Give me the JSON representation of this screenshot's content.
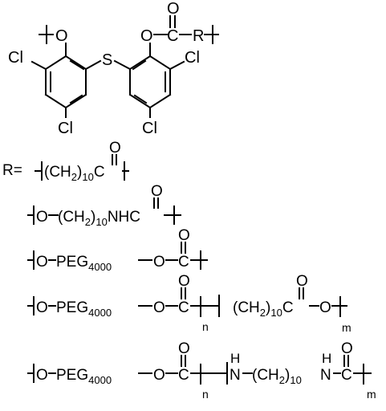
{
  "structure": {
    "atoms": {
      "o_left": "O",
      "o_right": "O",
      "carbonyl_c": "C",
      "carbonyl_o": "O",
      "r_group": "R",
      "sulfur": "S",
      "cl_left_ortho": "Cl",
      "cl_right_ortho": "Cl",
      "cl_left_para": "Cl",
      "cl_right_para": "Cl"
    }
  },
  "r_definition": {
    "label": "R=",
    "options": [
      {
        "id": "r1",
        "parts": {
          "ch2": "(CH",
          "sub2": "2",
          "close": ")",
          "sub10": "10",
          "c": "C",
          "o": "O"
        }
      },
      {
        "id": "r2",
        "parts": {
          "o1": "O",
          "ch2": "(CH",
          "sub2": "2",
          "close": ")",
          "sub10": "10",
          "nh": "NH",
          "c": "C",
          "o": "O"
        }
      },
      {
        "id": "r3",
        "parts": {
          "o1": "O",
          "peg": "PEG",
          "sub": "4000",
          "o2": "O",
          "c": "C",
          "o": "O"
        }
      },
      {
        "id": "r4",
        "parts": {
          "o1": "O",
          "peg": "PEG",
          "sub": "4000",
          "o2": "O",
          "c": "C",
          "o_up": "O",
          "n": "n",
          "ch2": "(CH",
          "sub2": "2",
          "close": ")",
          "sub10": "10",
          "c2": "C",
          "o2_up": "O",
          "o3": "O",
          "m": "m"
        }
      },
      {
        "id": "r5",
        "parts": {
          "o1": "O",
          "peg": "PEG",
          "sub": "4000",
          "o2": "O",
          "c": "C",
          "o_up": "O",
          "n": "n",
          "h1": "H",
          "n1": "N",
          "ch2": "(CH",
          "sub2": "2",
          "close": ")",
          "sub10": "10",
          "h2": "H",
          "n2": "N",
          "c2": "C",
          "o2_up": "O",
          "m": "m"
        }
      }
    ]
  }
}
